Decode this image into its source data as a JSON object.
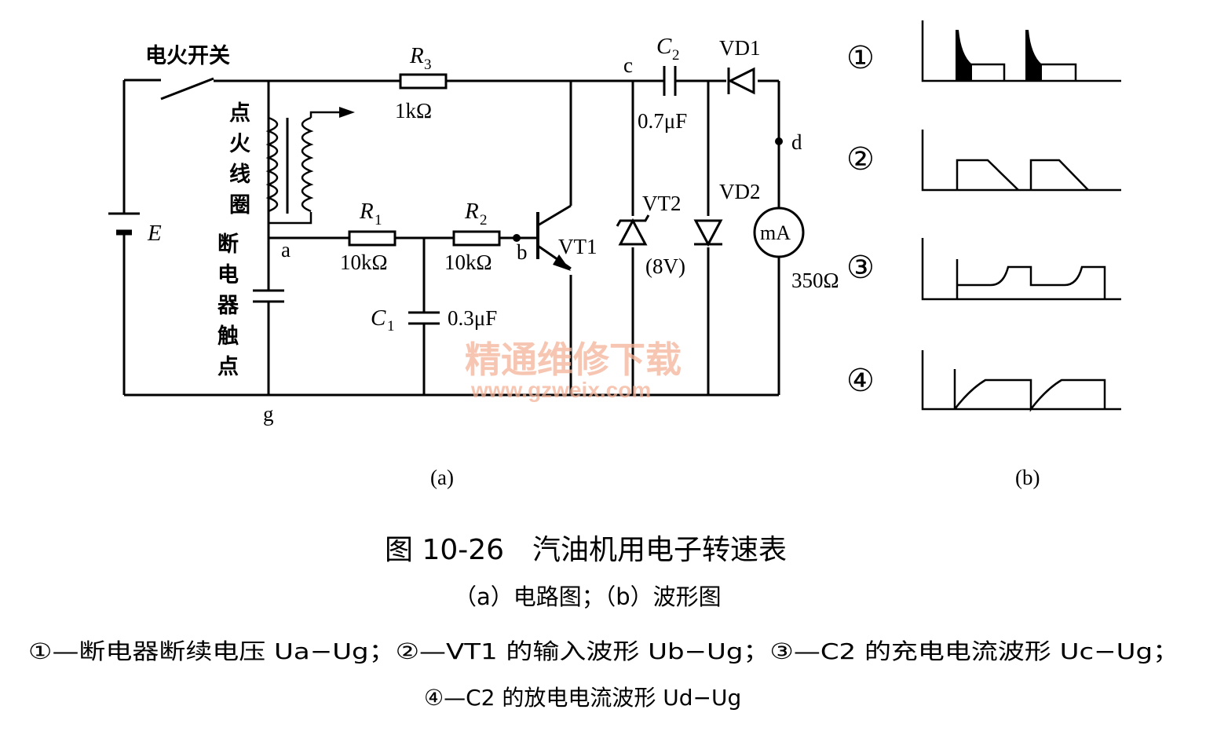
{
  "circuit": {
    "switch_label": "电火开关",
    "coil_label": [
      "点",
      "火",
      "线",
      "圈"
    ],
    "breaker_label": [
      "断",
      "电",
      "器",
      "触",
      "点"
    ],
    "battery_label": "E",
    "node_a": "a",
    "node_b": "b",
    "node_c": "c",
    "node_d": "d",
    "node_g": "g",
    "r3_name": "R",
    "r3_sub": "3",
    "r3_value": "1kΩ",
    "r1_name": "R",
    "r1_sub": "1",
    "r1_value": "10kΩ",
    "r2_name": "R",
    "r2_sub": "2",
    "r2_value": "10kΩ",
    "c1_name": "C",
    "c1_sub": "1",
    "c1_value": "0.3μF",
    "c2_name": "C",
    "c2_sub": "2",
    "c2_value": "0.7μF",
    "vt1": "VT1",
    "vt2": "VT2",
    "vt2_value": "(8V)",
    "vd1": "VD1",
    "vd2": "VD2",
    "meter": "mA",
    "meter_value": "350Ω",
    "panel_label": "(a)"
  },
  "waveforms": {
    "markers": [
      "①",
      "②",
      "③",
      "④"
    ],
    "panel_label": "(b)"
  },
  "watermark": {
    "line1": "精通维修下载",
    "line2": "www.gzweix.com"
  },
  "caption": {
    "title": "图 10-26　汽油机用电子转速表",
    "subtitle": "（a）电路图；（b）波形图",
    "legend_line1": "①—断电器断续电压 Ua−Ug；②—VT1 的输入波形 Ub−Ug；③—C2 的充电电流波形 Uc−Ug；",
    "legend_line2": "④—C2 的放电电流波形 Ud−Ug"
  }
}
